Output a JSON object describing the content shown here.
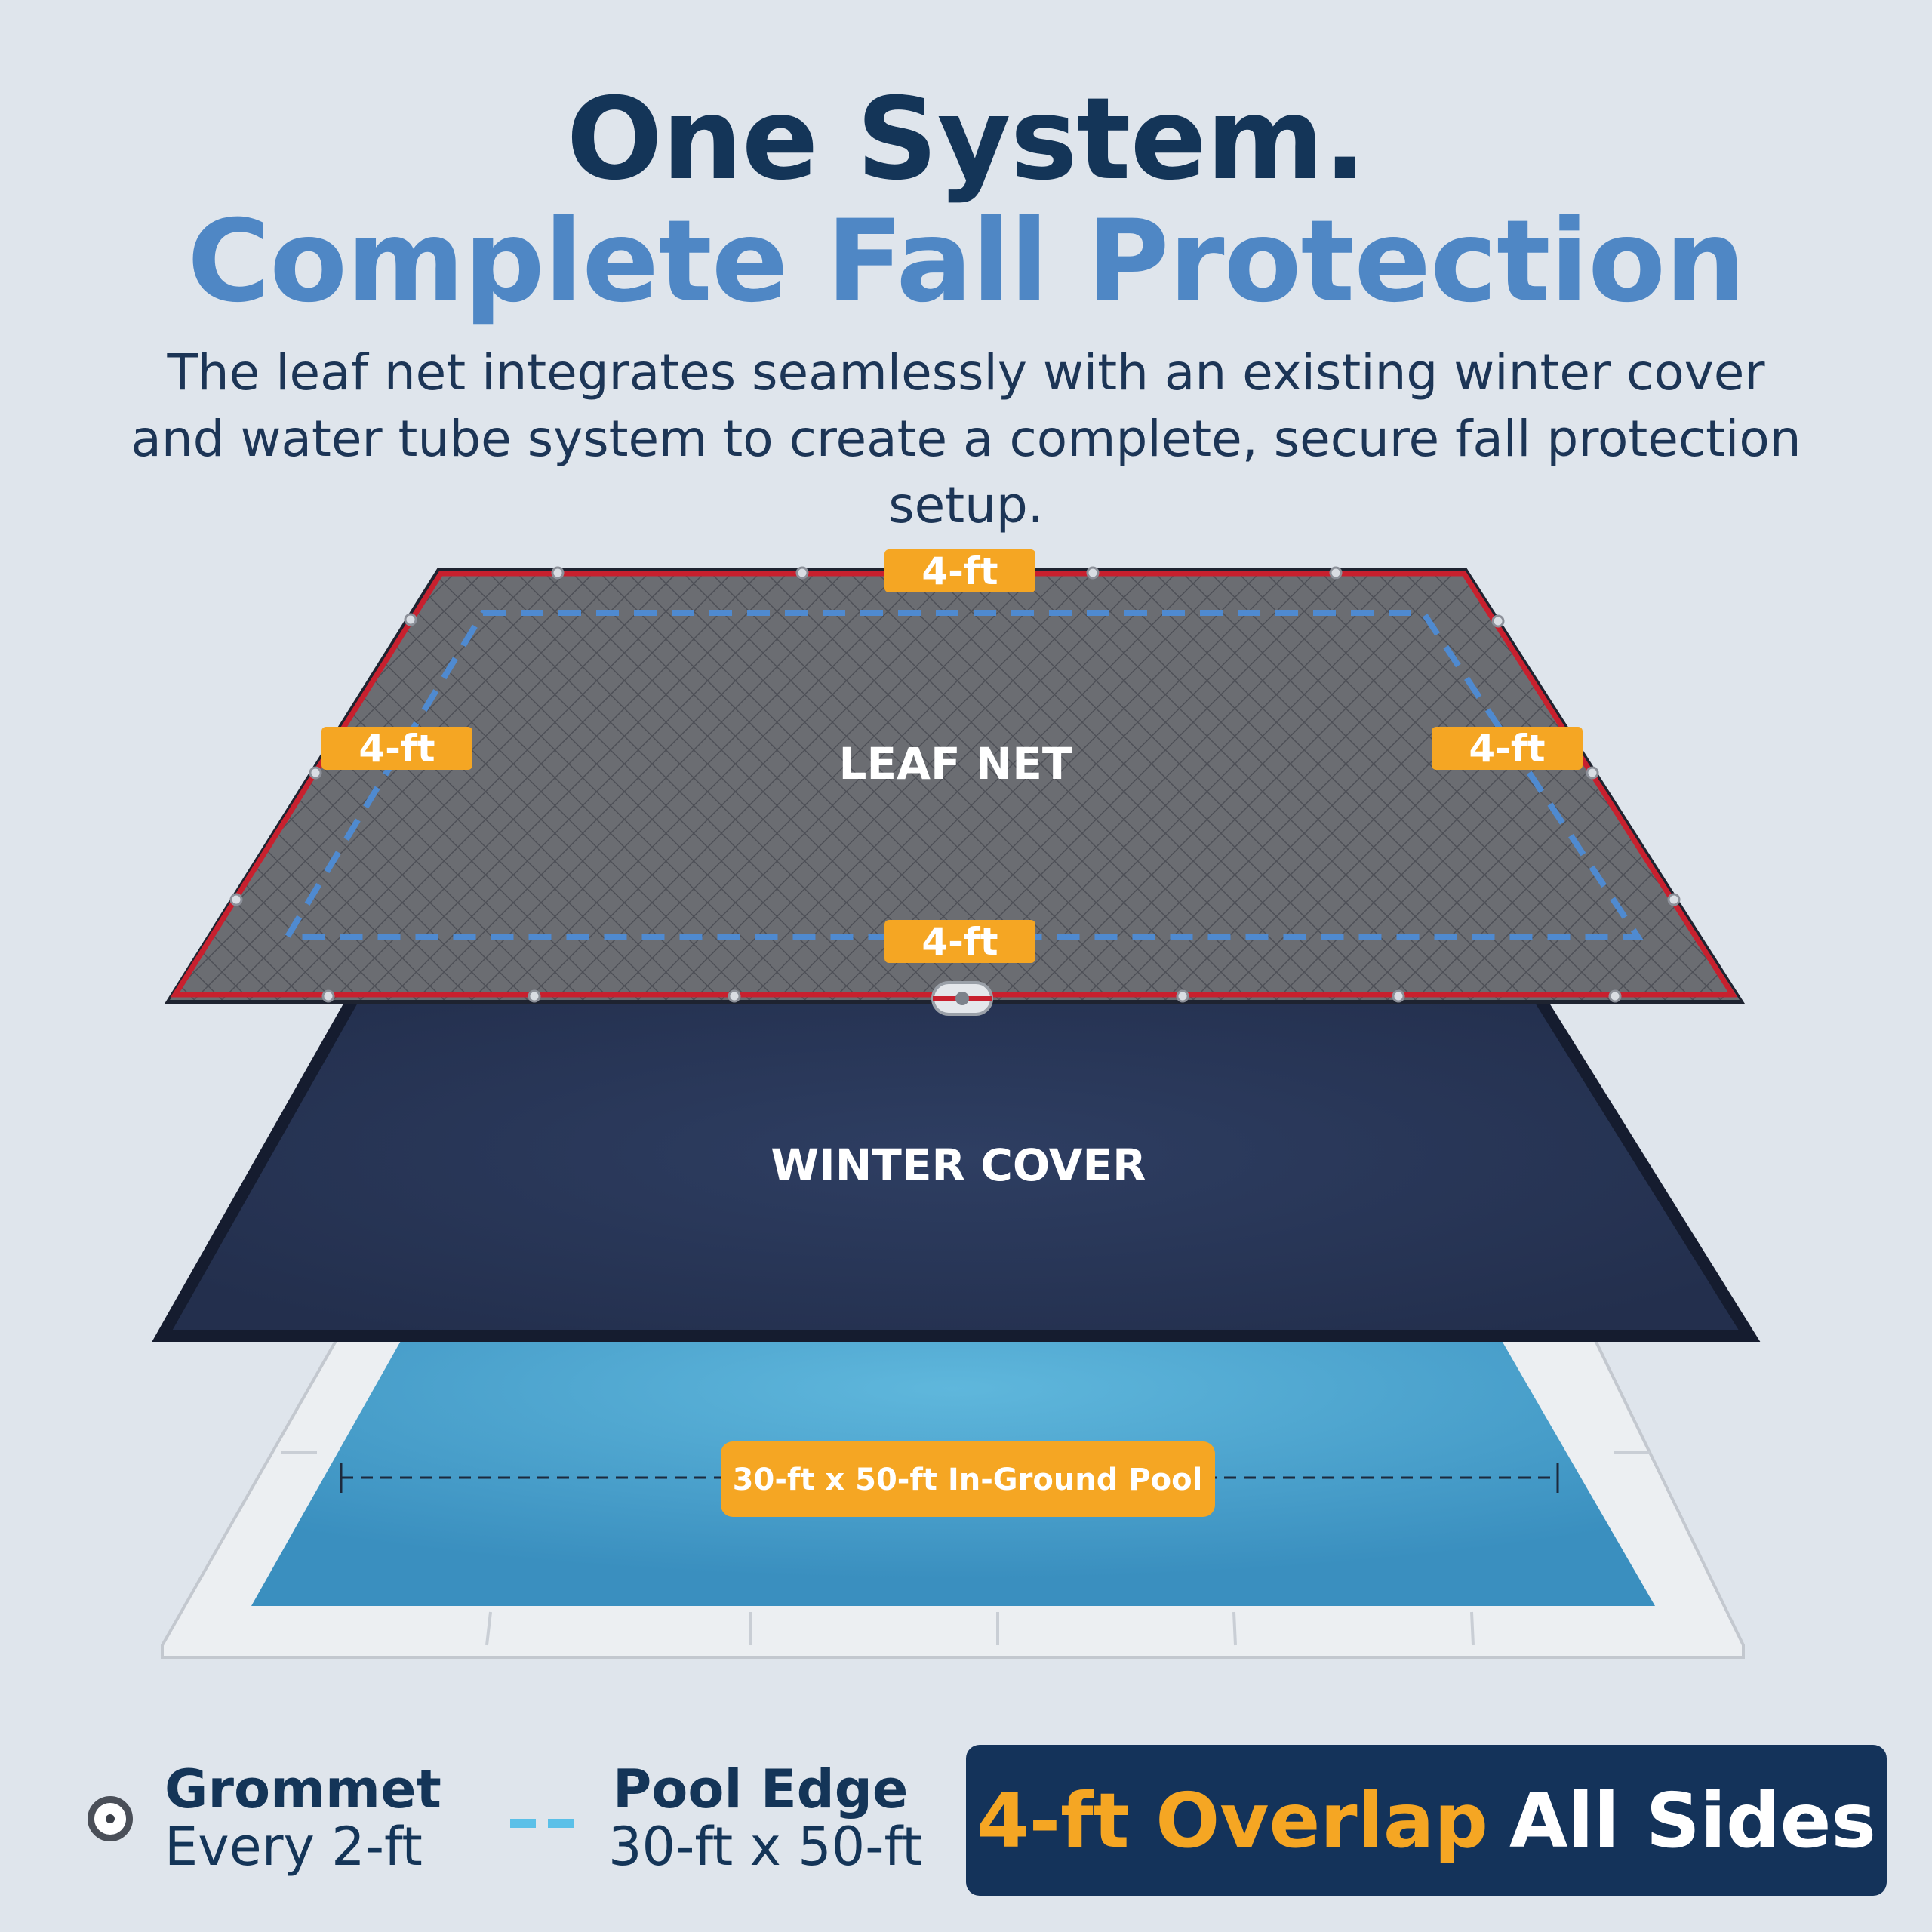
{
  "header": {
    "line1": "One System.",
    "line2": "Complete Fall Protection",
    "description": "The leaf net integrates seamlessly with an existing winter cover and water tube system to create a complete, secure fall protection setup."
  },
  "diagram": {
    "leaf_net_label": "LEAF NET",
    "winter_cover_label": "WINTER COVER",
    "overlap_tags": {
      "top": "4-ft",
      "left": "4-ft",
      "right": "4-ft",
      "bottom": "4-ft"
    },
    "pool_label": "30-ft x 50-ft In-Ground Pool"
  },
  "legend": {
    "grommet_title": "Grommet",
    "grommet_sub": "Every 2-ft",
    "edge_title": "Pool Edge",
    "edge_sub": "30-ft x 50-ft"
  },
  "badge": {
    "highlight": "4-ft Overlap",
    "rest": "All Sides"
  },
  "colors": {
    "navy": "#143558",
    "blue_accent": "#4f87c5",
    "orange": "#f5a623",
    "leaf_net": "#6b6d72",
    "net_border": "#c8202e",
    "winter_cover": "#263556",
    "pool_water": "#4aa3cf",
    "pool_edge_dash": "#5bc0e8"
  }
}
